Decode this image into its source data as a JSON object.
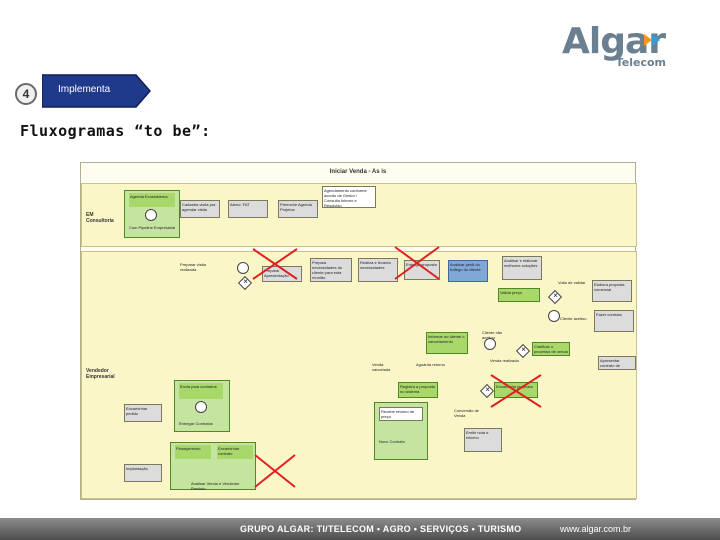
{
  "brand": {
    "name": "Algar",
    "sub": "Telecom",
    "accent": "#f7941d",
    "accent2": "#2e9fd8"
  },
  "step": {
    "number": "4",
    "label": "Implementa",
    "color": "#1f3a8a"
  },
  "page_title": "Fluxogramas “to be”:",
  "diagram": {
    "title": "Iniciar Venda - As is",
    "lanes": [
      {
        "label": "EM Consultoria"
      },
      {
        "label": "Vendedor Empresarial"
      }
    ],
    "top_lane_boxes": [
      {
        "text": "Agenda Ecossistema"
      },
      {
        "text": "Cadastra visita pra agendar visita"
      },
      {
        "text": "Atend. FAT"
      },
      {
        "text": "Preenche Agenda Projetos"
      }
    ],
    "top_lane_note": "Agendamento conforme acordo de Gestor / Consulta Interno e Resolvido",
    "top_group_caption": "Com Pipeline Empresarial",
    "bottom_lane": {
      "start_note": "Preparar visita realizada",
      "boxes": [
        {
          "text": "Preparar Apresentação"
        },
        {
          "text": "Prepara necessidades do cliente para esta reunião"
        },
        {
          "text": "Realiza e levanta necessidades"
        },
        {
          "text": "Entrega proposta"
        },
        {
          "text": "Analisar perfil do tráfego do cliente"
        },
        {
          "text": "Analisar e elaborar melhores soluções"
        },
        {
          "text": "Valida preço"
        },
        {
          "text": "Elabora proposta comercial"
        },
        {
          "text": "Fazer contrato"
        },
        {
          "text": "Informar ao cliente o cancelamento"
        },
        {
          "text": "Clarificar o processo de venda"
        },
        {
          "text": "Registra a proposta no sistema"
        },
        {
          "text": "Encaminha proposta"
        },
        {
          "text": "Recebe retorno de preço"
        },
        {
          "text": "Emitir nota e retorno"
        },
        {
          "text": "Envia para contratos"
        },
        {
          "text": "Encaminhar pedido"
        },
        {
          "text": "Implantação"
        },
        {
          "text": "Apresentar contrato de clientes"
        }
      ],
      "notes": [
        {
          "text": "Volta de validar"
        },
        {
          "text": "Cliente aceitou"
        },
        {
          "text": "Cliente não aceitou"
        },
        {
          "text": "Venda realizada"
        },
        {
          "text": "Venda cancelada"
        },
        {
          "text": "Aguarda retorno"
        },
        {
          "text": "Planejamento"
        },
        {
          "text": "Conversão de Venda"
        },
        {
          "text": "Encaminhar contrato"
        }
      ],
      "group_captions": [
        {
          "text": "Entregar Contratos"
        },
        {
          "text": "Novo Contrato"
        },
        {
          "text": "Analisar Venda e Vendedor Previsto"
        }
      ]
    }
  },
  "footer": {
    "text": "GRUPO ALGAR: TI/TELECOM • AGRO • SERVIÇOS • TURISMO",
    "url": "www.algar.com.br"
  }
}
